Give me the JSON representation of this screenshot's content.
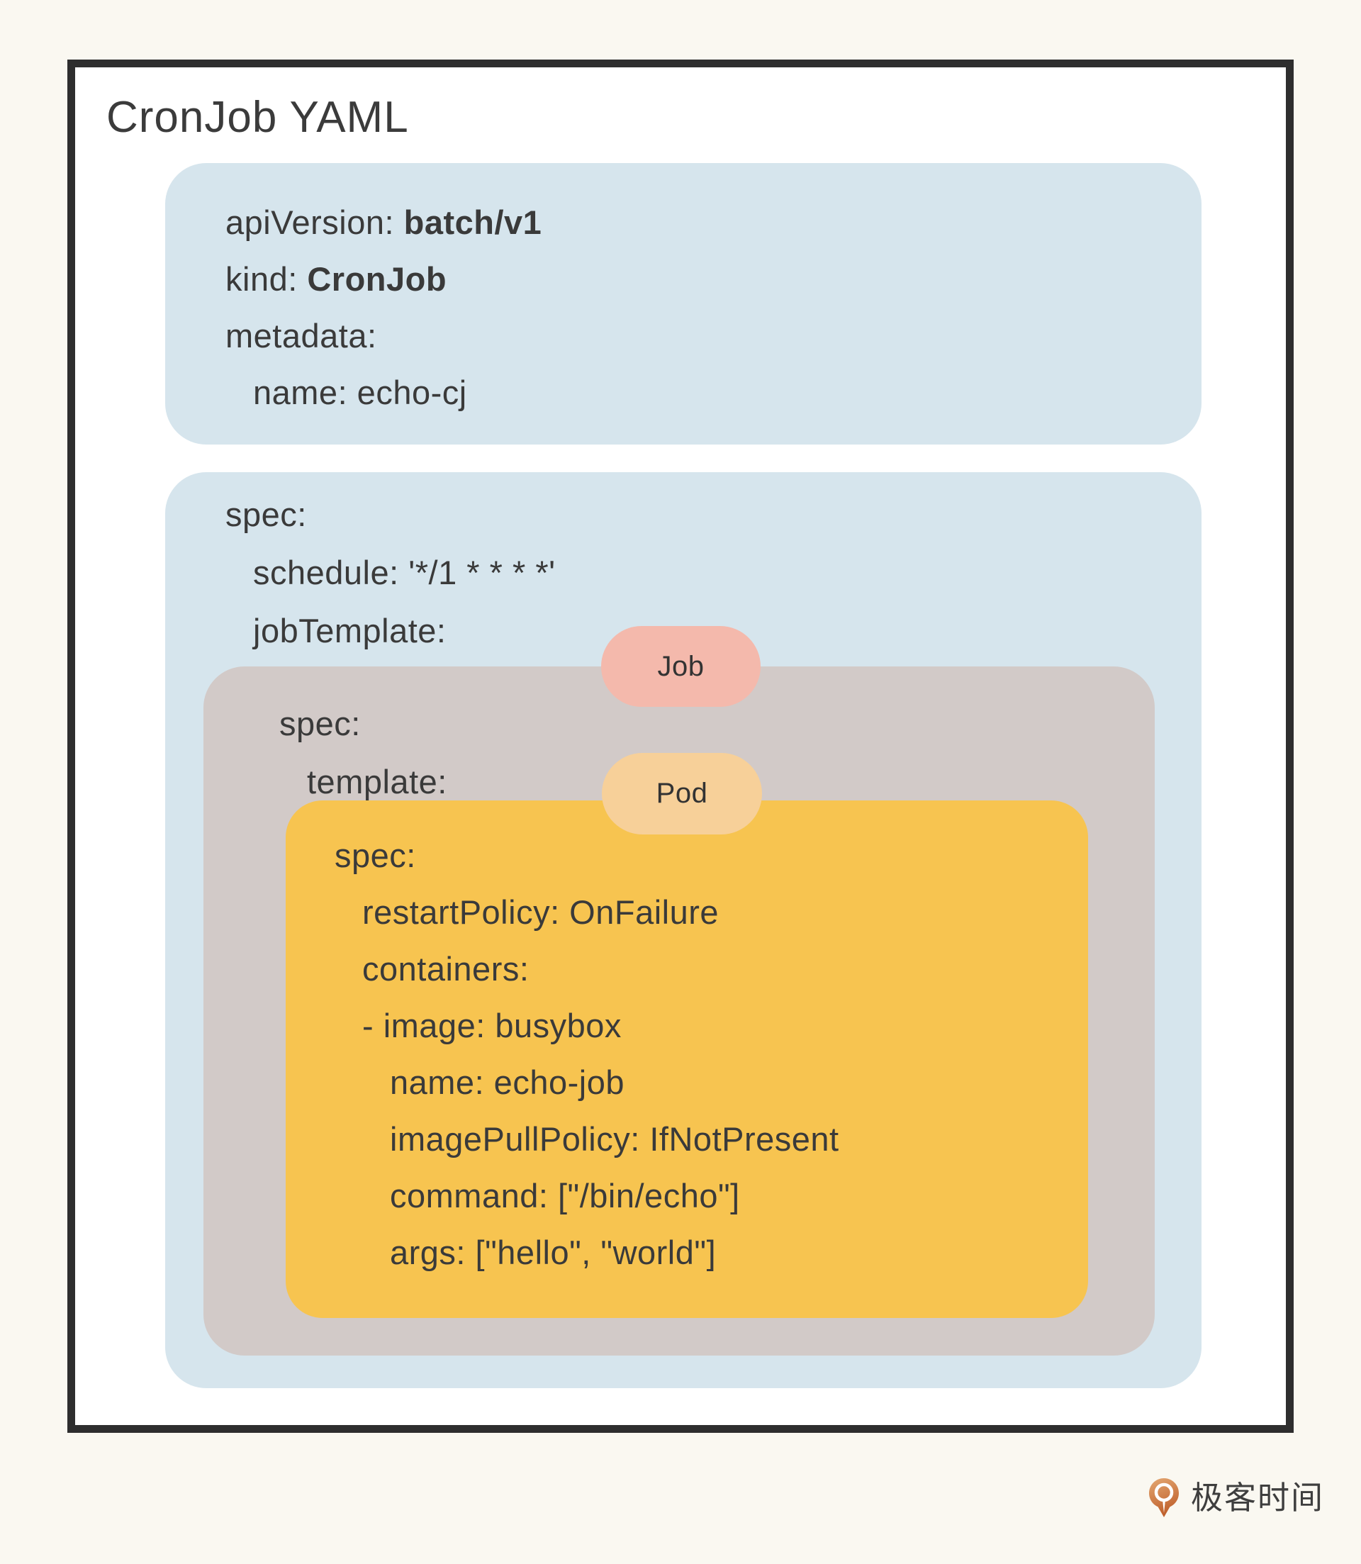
{
  "title": "CronJob YAML",
  "colors": {
    "page_background": "#faf8f1",
    "panel_background": "#ffffff",
    "frame_border": "#2e2e2e",
    "blue_box": "#d6e5ed",
    "gray_box": "#d2cac8",
    "yellow_box": "#f7c450",
    "job_badge": "#f4b9ac",
    "pod_badge": "#f7d099",
    "text": "#3a3a3a",
    "logo_orange": "#c3632c"
  },
  "boxes": {
    "meta": {
      "lines": [
        {
          "pre": "apiVersion: ",
          "bold": "batch/v1"
        },
        {
          "pre": "kind: ",
          "bold": "CronJob"
        },
        {
          "pre": "metadata:"
        },
        {
          "pre": "name: echo-cj"
        }
      ]
    },
    "cron_spec": {
      "lines": [
        "spec:",
        "schedule: '*/1 * * * *'",
        "jobTemplate:"
      ]
    },
    "job": {
      "badge": "Job",
      "lines": [
        "spec:",
        "template:"
      ]
    },
    "pod": {
      "badge": "Pod",
      "lines": [
        "spec:",
        "restartPolicy: OnFailure",
        "containers:",
        "- image: busybox",
        "name: echo-job",
        "imagePullPolicy: IfNotPresent",
        "command: [\"/bin/echo\"]",
        "args: [\"hello\", \"world\"]"
      ]
    }
  },
  "logo": {
    "text": "极客时间"
  }
}
